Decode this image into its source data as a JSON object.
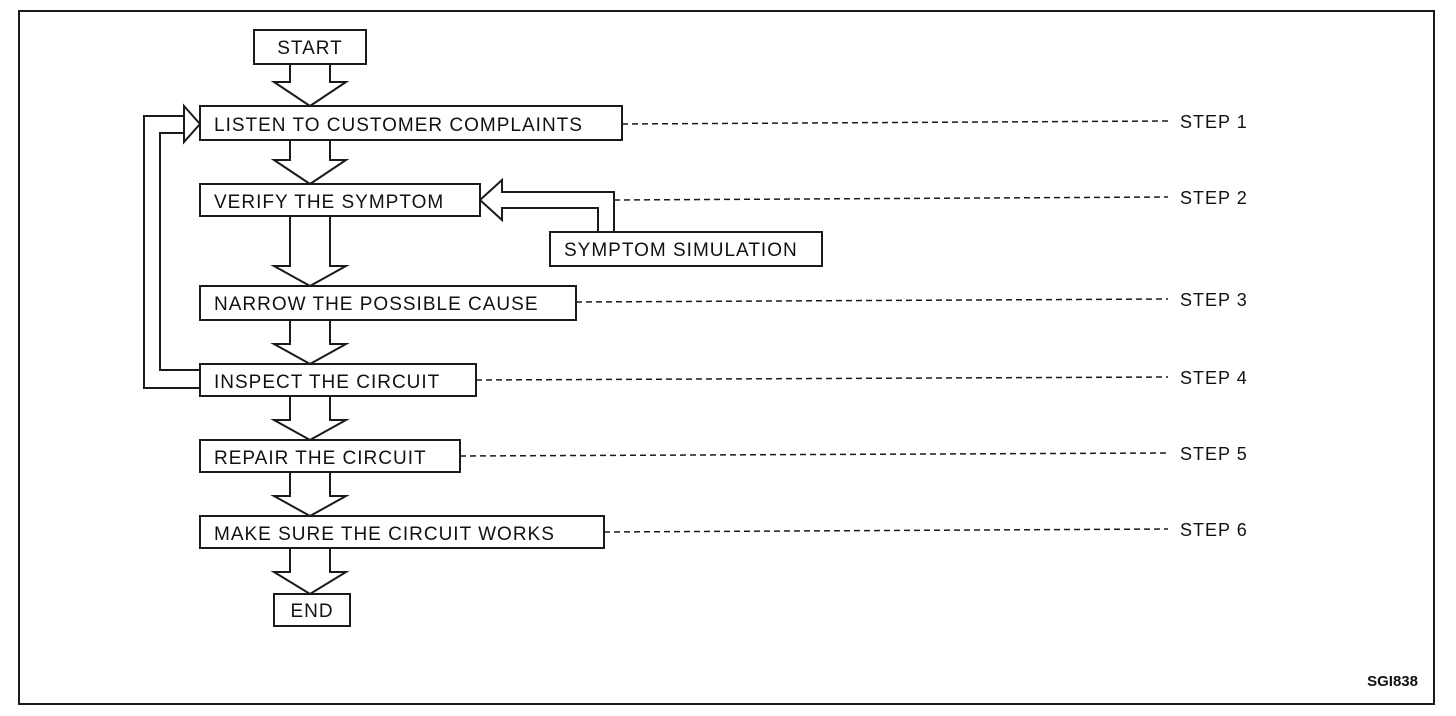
{
  "diagram": {
    "start": "START",
    "end": "END",
    "nodes": [
      {
        "id": "listen",
        "label": "LISTEN TO CUSTOMER COMPLAINTS",
        "step": "STEP 1"
      },
      {
        "id": "verify",
        "label": "VERIFY THE SYMPTOM",
        "step": "STEP 2"
      },
      {
        "id": "narrow",
        "label": "NARROW THE POSSIBLE CAUSE",
        "step": "STEP 3"
      },
      {
        "id": "inspect",
        "label": "INSPECT THE CIRCUIT",
        "step": "STEP 4"
      },
      {
        "id": "repair",
        "label": "REPAIR THE CIRCUIT",
        "step": "STEP 5"
      },
      {
        "id": "make-sure",
        "label": "MAKE SURE THE CIRCUIT WORKS",
        "step": "STEP 6"
      }
    ],
    "side_box": "SYMPTOM SIMULATION",
    "figure_code": "SGI838"
  }
}
